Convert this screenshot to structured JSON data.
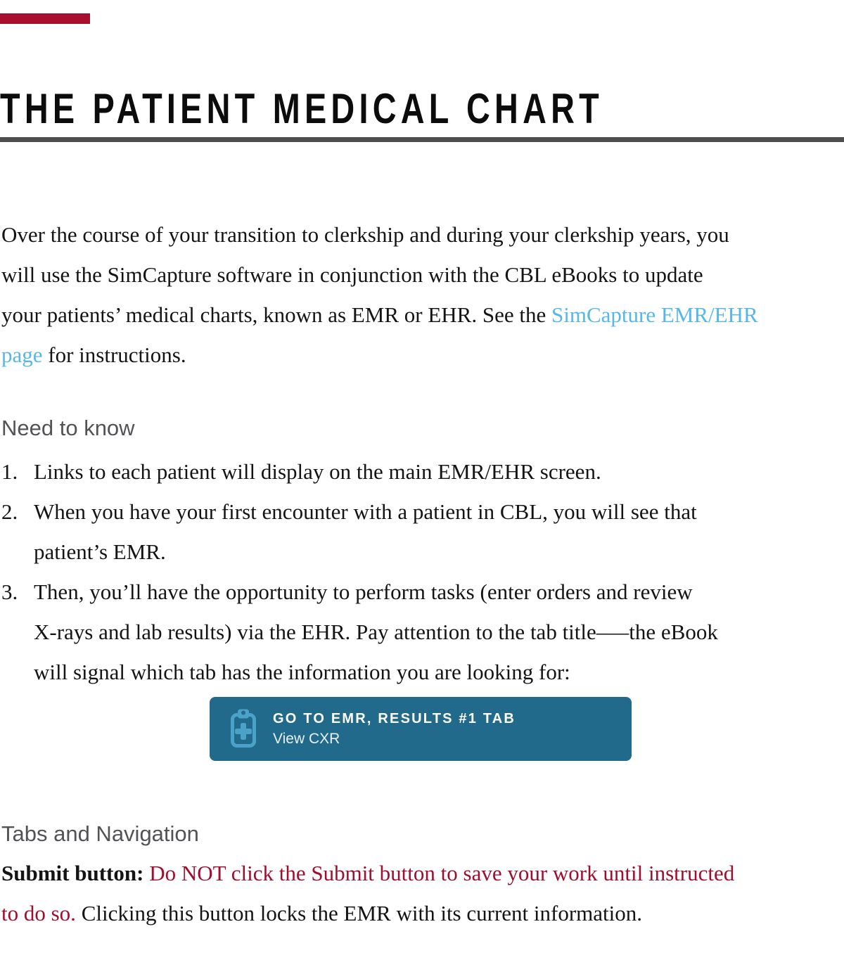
{
  "colors": {
    "accent_crimson": "#a60f2f",
    "rule_gray": "#4d4d4d",
    "heading_gray": "#525356",
    "body_text": "#141414",
    "link_blue": "#56b7e8",
    "warning_red": "#a00d2e",
    "button_bg": "#216a8c",
    "button_icon_blue": "#4ba2c8"
  },
  "header": {
    "title": "THE PATIENT MEDICAL CHART"
  },
  "intro": {
    "lines": [
      [
        {
          "t": "Over the course of your transition to clerkship and during your clerkship years, you",
          "style": ""
        }
      ],
      [
        {
          "t": "will use the SimCapture software in conjunction with the CBL eBooks to update",
          "style": ""
        }
      ],
      [
        {
          "t": "your patients’ medical charts, known as EMR or EHR. See the ",
          "style": ""
        },
        {
          "t": "SimCapture EMR/EHR",
          "style": "link"
        }
      ],
      [
        {
          "t": "page",
          "style": "link"
        },
        {
          "t": " for instructions.",
          "style": ""
        }
      ]
    ]
  },
  "need_to_know": {
    "heading": "Need to know",
    "items": [
      {
        "number": "1.",
        "lines": [
          "Links to each patient will display on the main EMR/EHR screen."
        ]
      },
      {
        "number": "2.",
        "lines": [
          "When you have your first encounter with a patient in CBL, you will see that",
          "patient’s EMR."
        ]
      },
      {
        "number": "3.",
        "lines": [
          "Then, you’ll have the opportunity to perform tasks (enter orders and review",
          "X-rays and lab results) via the EHR. Pay attention to the tab title–—the eBook",
          "will signal which tab has the information you are looking for:"
        ]
      }
    ]
  },
  "cta_button": {
    "title": "GO TO EMR, RESULTS #1 TAB",
    "subtitle": "View CXR",
    "icon": "clipboard-plus-icon"
  },
  "tabs_nav": {
    "heading": "Tabs and Navigation",
    "lines": [
      [
        {
          "t": "Submit button:",
          "style": "bold"
        },
        {
          "t": " ",
          "style": ""
        },
        {
          "t": "Do NOT click the Submit button to save your work until instructed",
          "style": "red"
        }
      ],
      [
        {
          "t": "to do so.",
          "style": "red"
        },
        {
          "t": " Clicking this button locks the EMR with its current information.",
          "style": ""
        }
      ]
    ]
  }
}
